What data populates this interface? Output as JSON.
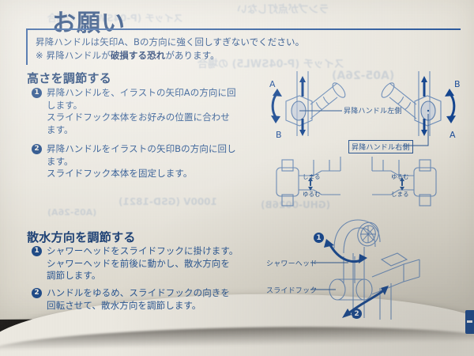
{
  "page": {
    "title": "お願い",
    "notice": {
      "line1": "昇降ハンドルは矢印A、Bの方向に強く回しすぎないでください。",
      "line2_prefix": "※ 昇降ハンドルが",
      "line2_strong": "破損する恐れ",
      "line2_suffix": "があります。"
    },
    "sections": [
      {
        "heading": "高さを調節する",
        "steps": [
          {
            "number": "❶",
            "lines": [
              "昇降ハンドルを、イラストの矢印Aの方向に回",
              "します。",
              "スライドフック本体をお好みの位置に合わせ",
              "ます。"
            ]
          },
          {
            "number": "❷",
            "lines": [
              "昇降ハンドルをイラストの矢印Bの方向に回し",
              "ます。",
              "スライドフック本体を固定します。"
            ]
          }
        ]
      },
      {
        "heading": "散水方向を調節する",
        "steps": [
          {
            "number": "❶",
            "lines": [
              "シャワーヘッドをスライドフックに掛けます。",
              "シャワーヘッドを前後に動かし、散水方向を",
              "調節します。"
            ]
          },
          {
            "number": "❷",
            "lines": [
              "ハンドルをゆるめ、スライドフックの向きを",
              "回転させて、散水方向を調節します。"
            ]
          }
        ]
      }
    ]
  },
  "illustrations": {
    "handle_left": {
      "callout": "昇降ハンドル左側",
      "arrow_a": "A",
      "arrow_b": "B"
    },
    "handle_right": {
      "callout": "昇降ハンドル右側",
      "arrow_a": "A",
      "arrow_b": "B"
    },
    "collar_left": {
      "top_label": "しまる",
      "bottom_label": "ゆるむ"
    },
    "collar_right": {
      "top_label": "ゆるむ",
      "bottom_label": "しまる"
    },
    "shower": {
      "label_head": "シャワーヘッド",
      "label_hook": "スライドフック",
      "marker1": "❶",
      "marker2": "❷"
    }
  },
  "bleed_through": [
    "スイッチ (P-04SWL5) の場合",
    "(A05-26A)",
    "ランプが点灯しない",
    "1000V (GSD-1821)",
    "(GHU-0026B)"
  ],
  "colors": {
    "paper": "#eae7df",
    "heading_navy": "#1b3f74",
    "body_blue": "#2a5691",
    "rule_blue": "#2d5b9e",
    "arrow_blue": "#14458f",
    "line_art": "#5d7fae",
    "backdrop": "#211f1d"
  }
}
